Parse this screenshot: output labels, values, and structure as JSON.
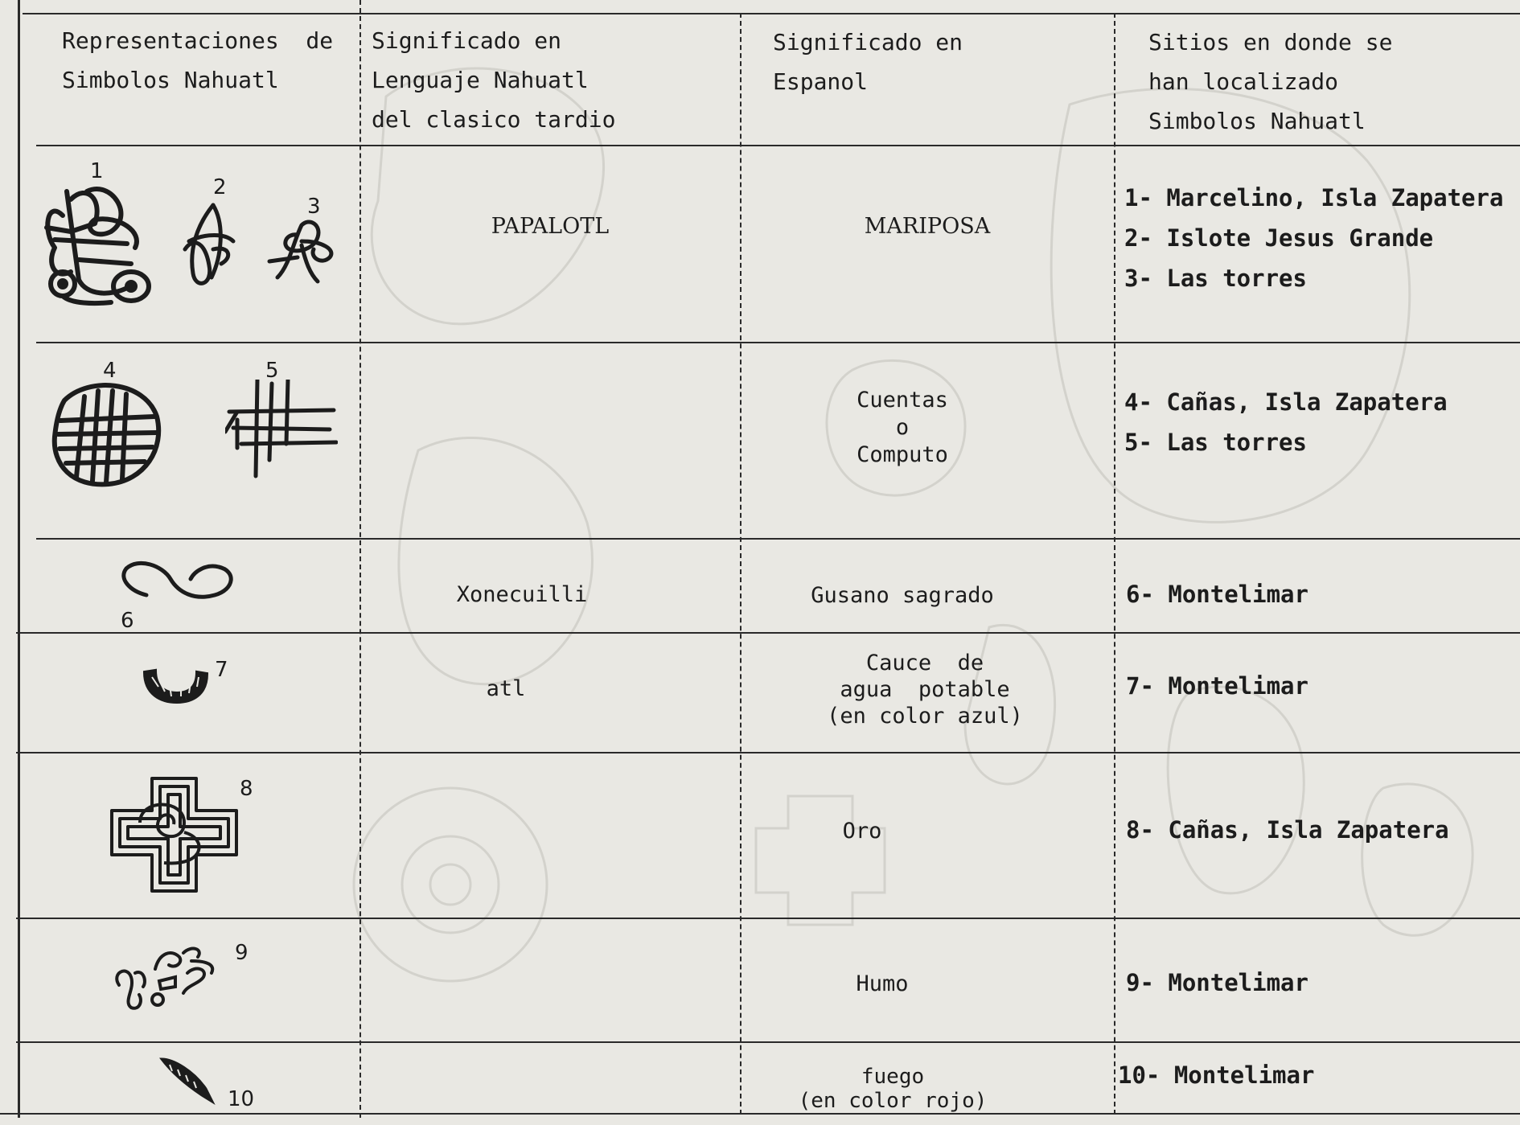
{
  "table": {
    "headers": {
      "col1": [
        "Representaciones  de",
        "Simbolos Nahuatl"
      ],
      "col2": [
        "Significado en",
        "Lenguaje Nahuatl",
        "del clasico tardio"
      ],
      "col3": [
        "Significado en",
        "Espanol"
      ],
      "col4": [
        "Sitios en donde se",
        "han localizado",
        "Simbolos Nahuatl"
      ]
    },
    "rows": [
      {
        "symbol_numbers": [
          "1",
          "2",
          "3"
        ],
        "symbol_icons": [
          "butterfly-glyph-icon",
          "butterfly-glyph-icon",
          "butterfly-glyph-icon"
        ],
        "nahuatl": "PAPALOTL",
        "spanish": [
          "MARIPOSA"
        ],
        "sites": [
          "1- Marcelino, Isla Zapatera",
          "2- Islote Jesus Grande",
          "3- Las torres"
        ]
      },
      {
        "symbol_numbers": [
          "4",
          "5"
        ],
        "symbol_icons": [
          "grid-circle-glyph-icon",
          "grid-lines-glyph-icon"
        ],
        "nahuatl": "",
        "spanish": [
          "Cuentas",
          "o",
          "Computo"
        ],
        "sites": [
          "4- Cañas, Isla Zapatera",
          "5- Las torres"
        ]
      },
      {
        "symbol_numbers": [
          "6"
        ],
        "symbol_icons": [
          "worm-glyph-icon"
        ],
        "nahuatl": "Xonecuilli",
        "spanish": [
          "Gusano sagrado"
        ],
        "sites": [
          "6- Montelimar"
        ]
      },
      {
        "symbol_numbers": [
          "7"
        ],
        "symbol_icons": [
          "water-channel-glyph-icon"
        ],
        "nahuatl": "atl",
        "spanish": [
          "Cauce  de",
          "agua  potable",
          "(en color azul)"
        ],
        "sites": [
          "7- Montelimar"
        ]
      },
      {
        "symbol_numbers": [
          "8"
        ],
        "symbol_icons": [
          "interlaced-cross-glyph-icon"
        ],
        "nahuatl": "",
        "spanish": [
          "Oro"
        ],
        "sites": [
          "8- Cañas, Isla Zapatera"
        ]
      },
      {
        "symbol_numbers": [
          "9"
        ],
        "symbol_icons": [
          "smoke-glyph-icon"
        ],
        "nahuatl": "",
        "spanish": [
          "Humo"
        ],
        "sites": [
          "9- Montelimar"
        ]
      },
      {
        "symbol_numbers": [
          "10"
        ],
        "symbol_icons": [
          "feather-fire-glyph-icon"
        ],
        "nahuatl": "",
        "spanish": [
          "fuego",
          "(en color rojo)"
        ],
        "sites": [
          "10- Montelimar"
        ]
      }
    ]
  }
}
